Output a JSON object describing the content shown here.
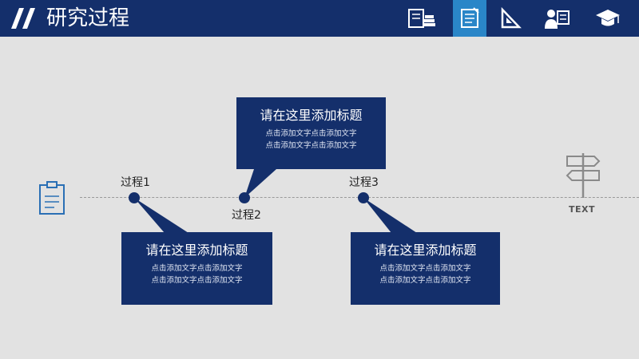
{
  "header": {
    "title": "研究过程",
    "nav": [
      "books-icon",
      "notebook-icon",
      "ruler-triangle-icon",
      "teacher-icon",
      "graduation-cap-icon"
    ],
    "active_index": 1,
    "colors": {
      "bar": "#142f6b",
      "active": "#2a86c8"
    }
  },
  "timeline": {
    "steps": [
      {
        "label": "过程1"
      },
      {
        "label": "过程2"
      },
      {
        "label": "过程3"
      }
    ]
  },
  "boxes": [
    {
      "title": "请在这里添加标题",
      "line1": "点击添加文字点击添加文字",
      "line2": "点击添加文字点击添加文字"
    },
    {
      "title": "请在这里添加标题",
      "line1": "点击添加文字点击添加文字",
      "line2": "点击添加文字点击添加文字"
    },
    {
      "title": "请在这里添加标题",
      "line1": "点击添加文字点击添加文字",
      "line2": "点击添加文字点击添加文字"
    }
  ],
  "signpost": {
    "label": "TEXT"
  }
}
